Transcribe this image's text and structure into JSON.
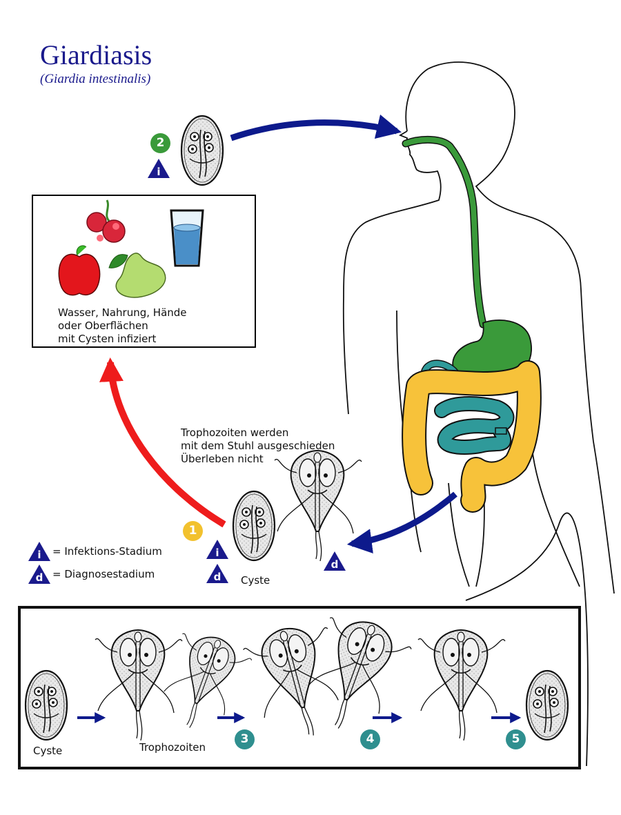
{
  "title": "Giardiasis",
  "subtitle": "(Giardia intestinalis)",
  "food_box_text": [
    "Wasser, Nahrung, Hände",
    "oder Oberflächen",
    "mit Cysten infiziert"
  ],
  "trophozoite_note": [
    "Trophozoiten werden",
    "mit dem Stuhl ausgeschieden",
    "Überleben nicht"
  ],
  "stage_markers": {
    "infective": "i",
    "diagnostic": "d"
  },
  "legend": {
    "infective": "= Infektions-Stadium",
    "diagnostic": "= Diagnosestadium"
  },
  "steps": [
    "1",
    "2",
    "3",
    "4",
    "5"
  ],
  "cyst_label": "Cyste",
  "bottom_cyst_label": "Cyste",
  "trophozoite_label": "Trophozoiten",
  "colors": {
    "title": "#1a1a8c",
    "arrow_blue": "#0d1a8c",
    "arrow_red": "#ee1c1c",
    "step1": "#f2c12e",
    "step2": "#3a9a3a",
    "step_teal": "#2f8f8f",
    "gut_green": "#3a9a3a",
    "colon_yellow": "#f7c23a",
    "small_intestine_teal": "#2f9a9a"
  }
}
